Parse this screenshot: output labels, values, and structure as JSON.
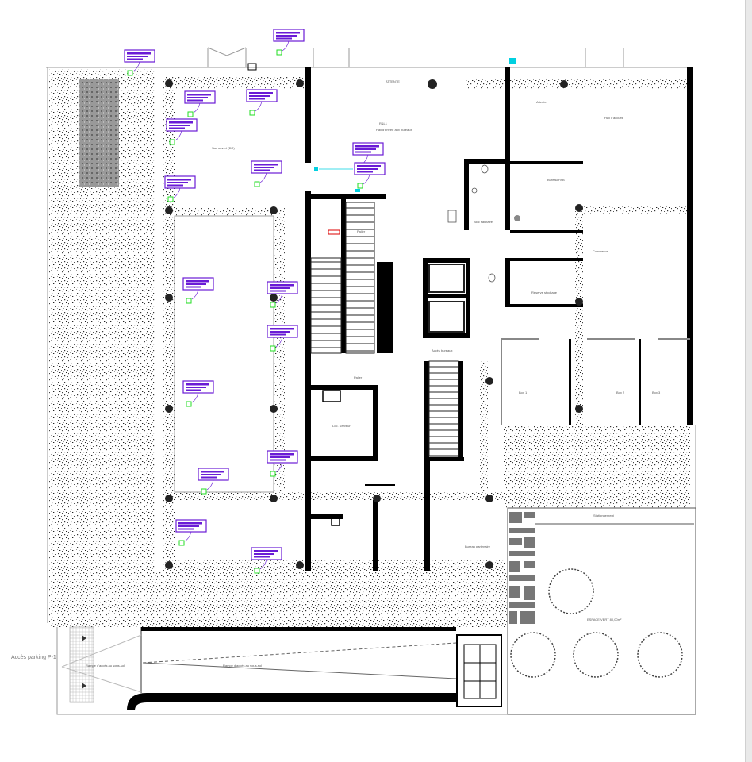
{
  "plan": {
    "rooms": {
      "attente_top": "ATTENTE",
      "hall_entree": "Hall d'entrée aux bureaux",
      "hall_code": "R&L1",
      "sas": "Sas ouvert (DR)",
      "attente_right": "Attente",
      "hall_accueil": "Hall d'accueil",
      "bureau_pab": "Bureau PAB",
      "bloc_sanitaire": "Bloc sanitaire",
      "commerce": "Commerce",
      "reserve": "Réserve stockage",
      "box1": "Box 1",
      "box2": "Box 2",
      "box3": "Box 3",
      "palier_top": "Palier",
      "palier_bottom": "Palier",
      "loc_serveur": "Loc. Serveur",
      "escalier": "Accès bureaux",
      "bureau_partenaire": "Bureau partenaire",
      "stationnement": "Stationnement",
      "espace_vert": "ESPACE VERT 80,00m²",
      "rampe_1": "Rampe d'accès au sous-sol",
      "rampe_2": "Rampe d'accès au sous-sol",
      "acces_parking": "Accès parking P-1"
    },
    "colors": {
      "wall": "#000000",
      "annotation": "#6a1bd6",
      "marker": "#22dd22",
      "cyan": "#00d0e0",
      "hatch": "#444444"
    }
  }
}
